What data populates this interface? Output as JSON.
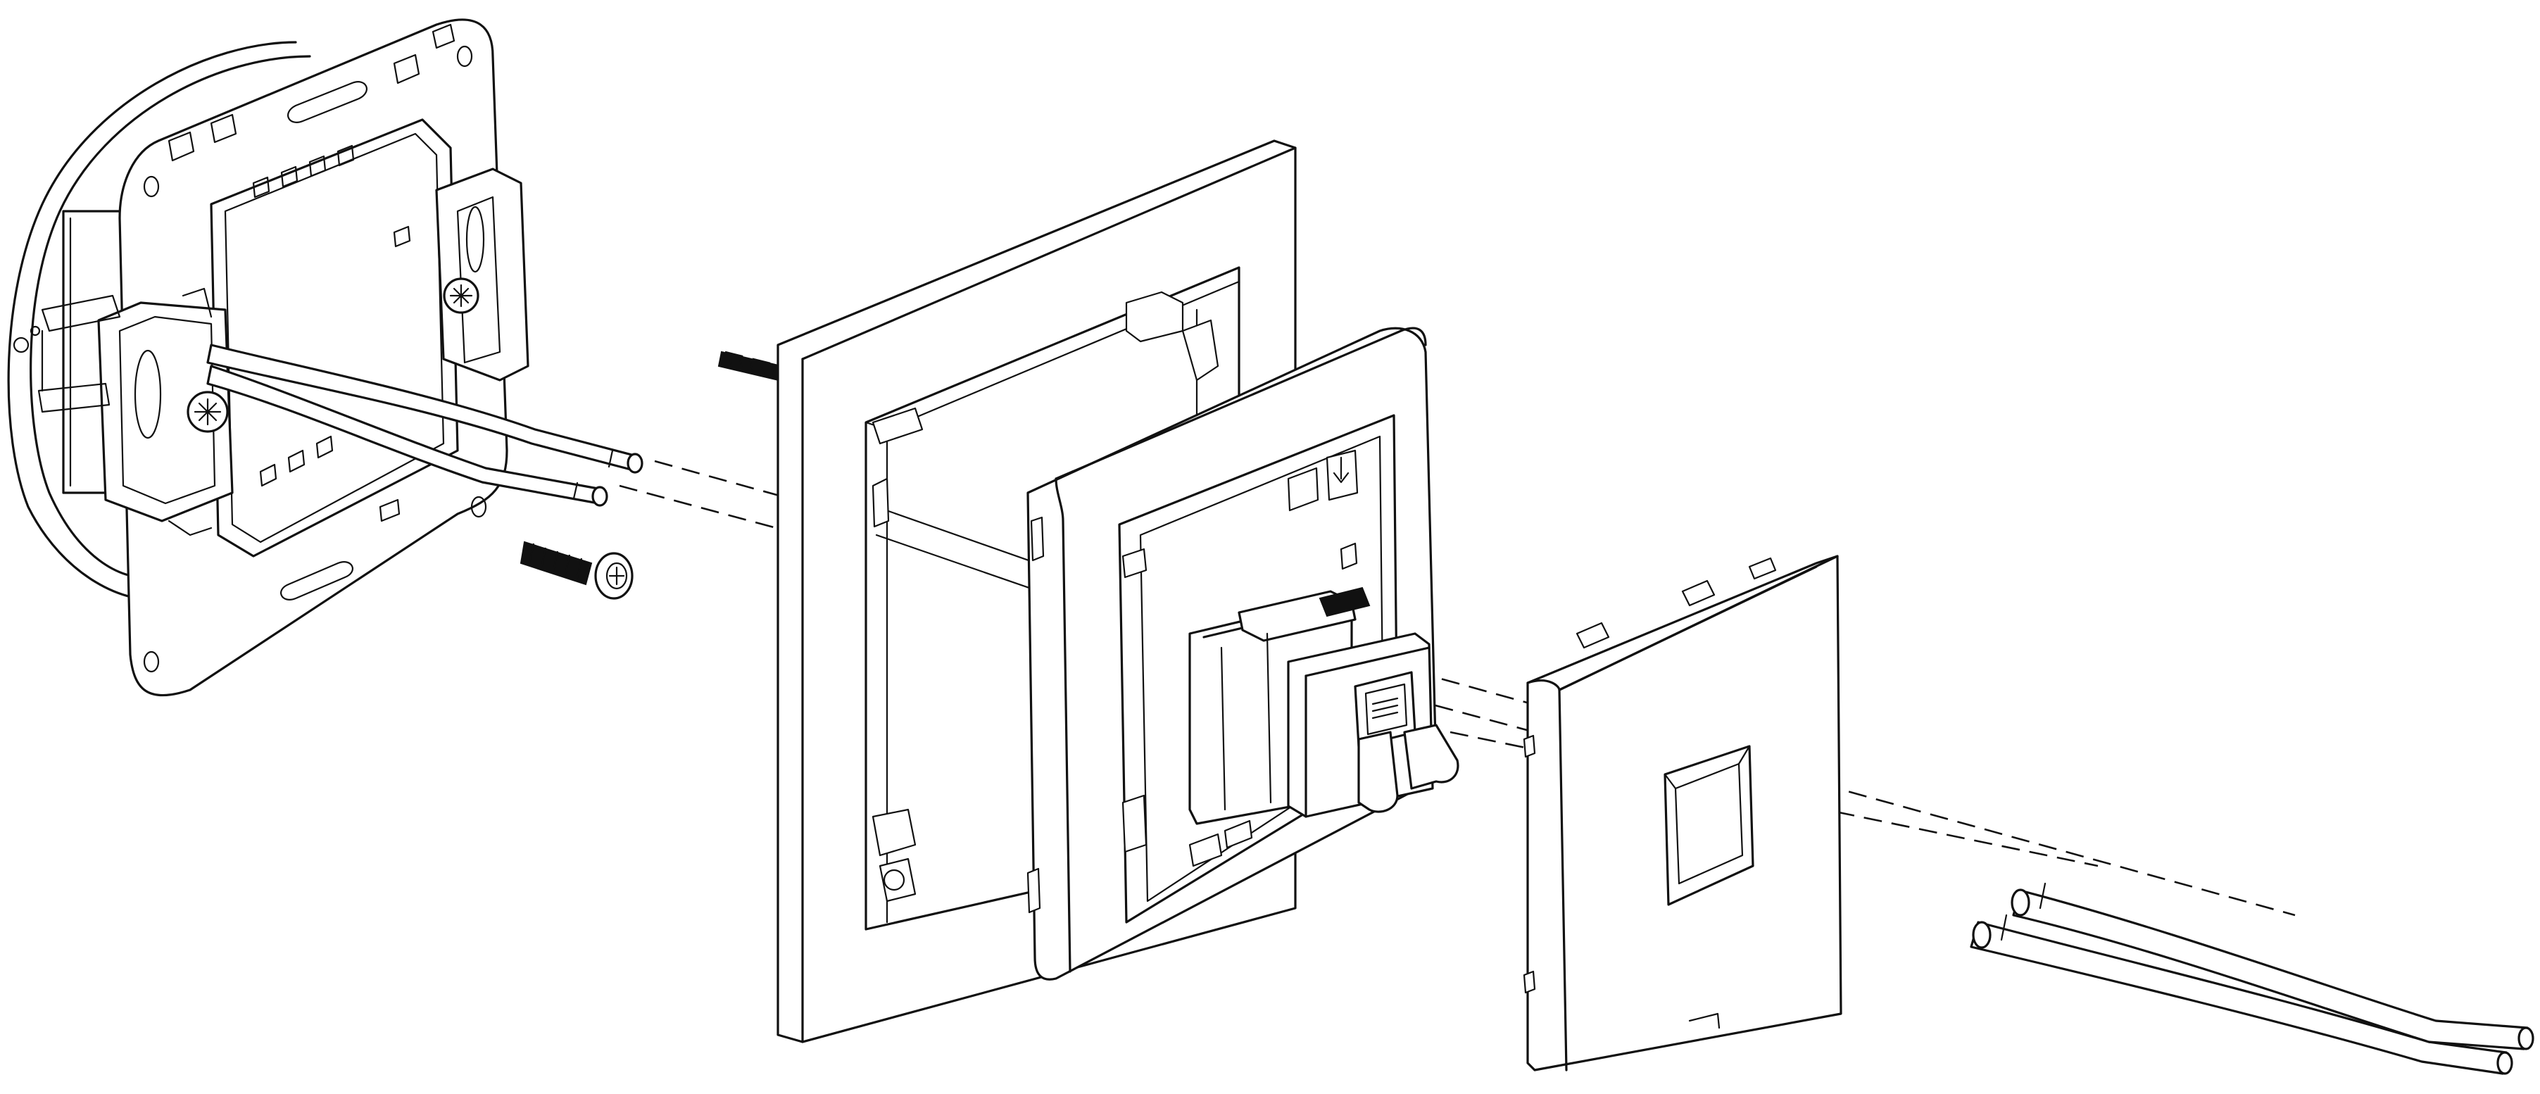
{
  "diagram": {
    "type": "exploded-assembly-drawing",
    "components": [
      {
        "id": "mounting-box",
        "icon": "mounting-box-icon"
      },
      {
        "id": "mounting-frame",
        "icon": "mounting-frame-icon"
      },
      {
        "id": "wires",
        "icon": "wire-icon"
      },
      {
        "id": "screws",
        "icon": "screw-icon"
      },
      {
        "id": "cover-frame",
        "icon": "frame-icon"
      },
      {
        "id": "socket-insert",
        "icon": "socket-insert-icon"
      },
      {
        "id": "data-jack",
        "icon": "data-jack-icon"
      },
      {
        "id": "cover-plate",
        "icon": "cover-plate-icon"
      },
      {
        "id": "cable",
        "icon": "cable-icon"
      }
    ],
    "assembly_axes": 3,
    "colors": {
      "line": "#111111",
      "background": "#ffffff"
    }
  }
}
